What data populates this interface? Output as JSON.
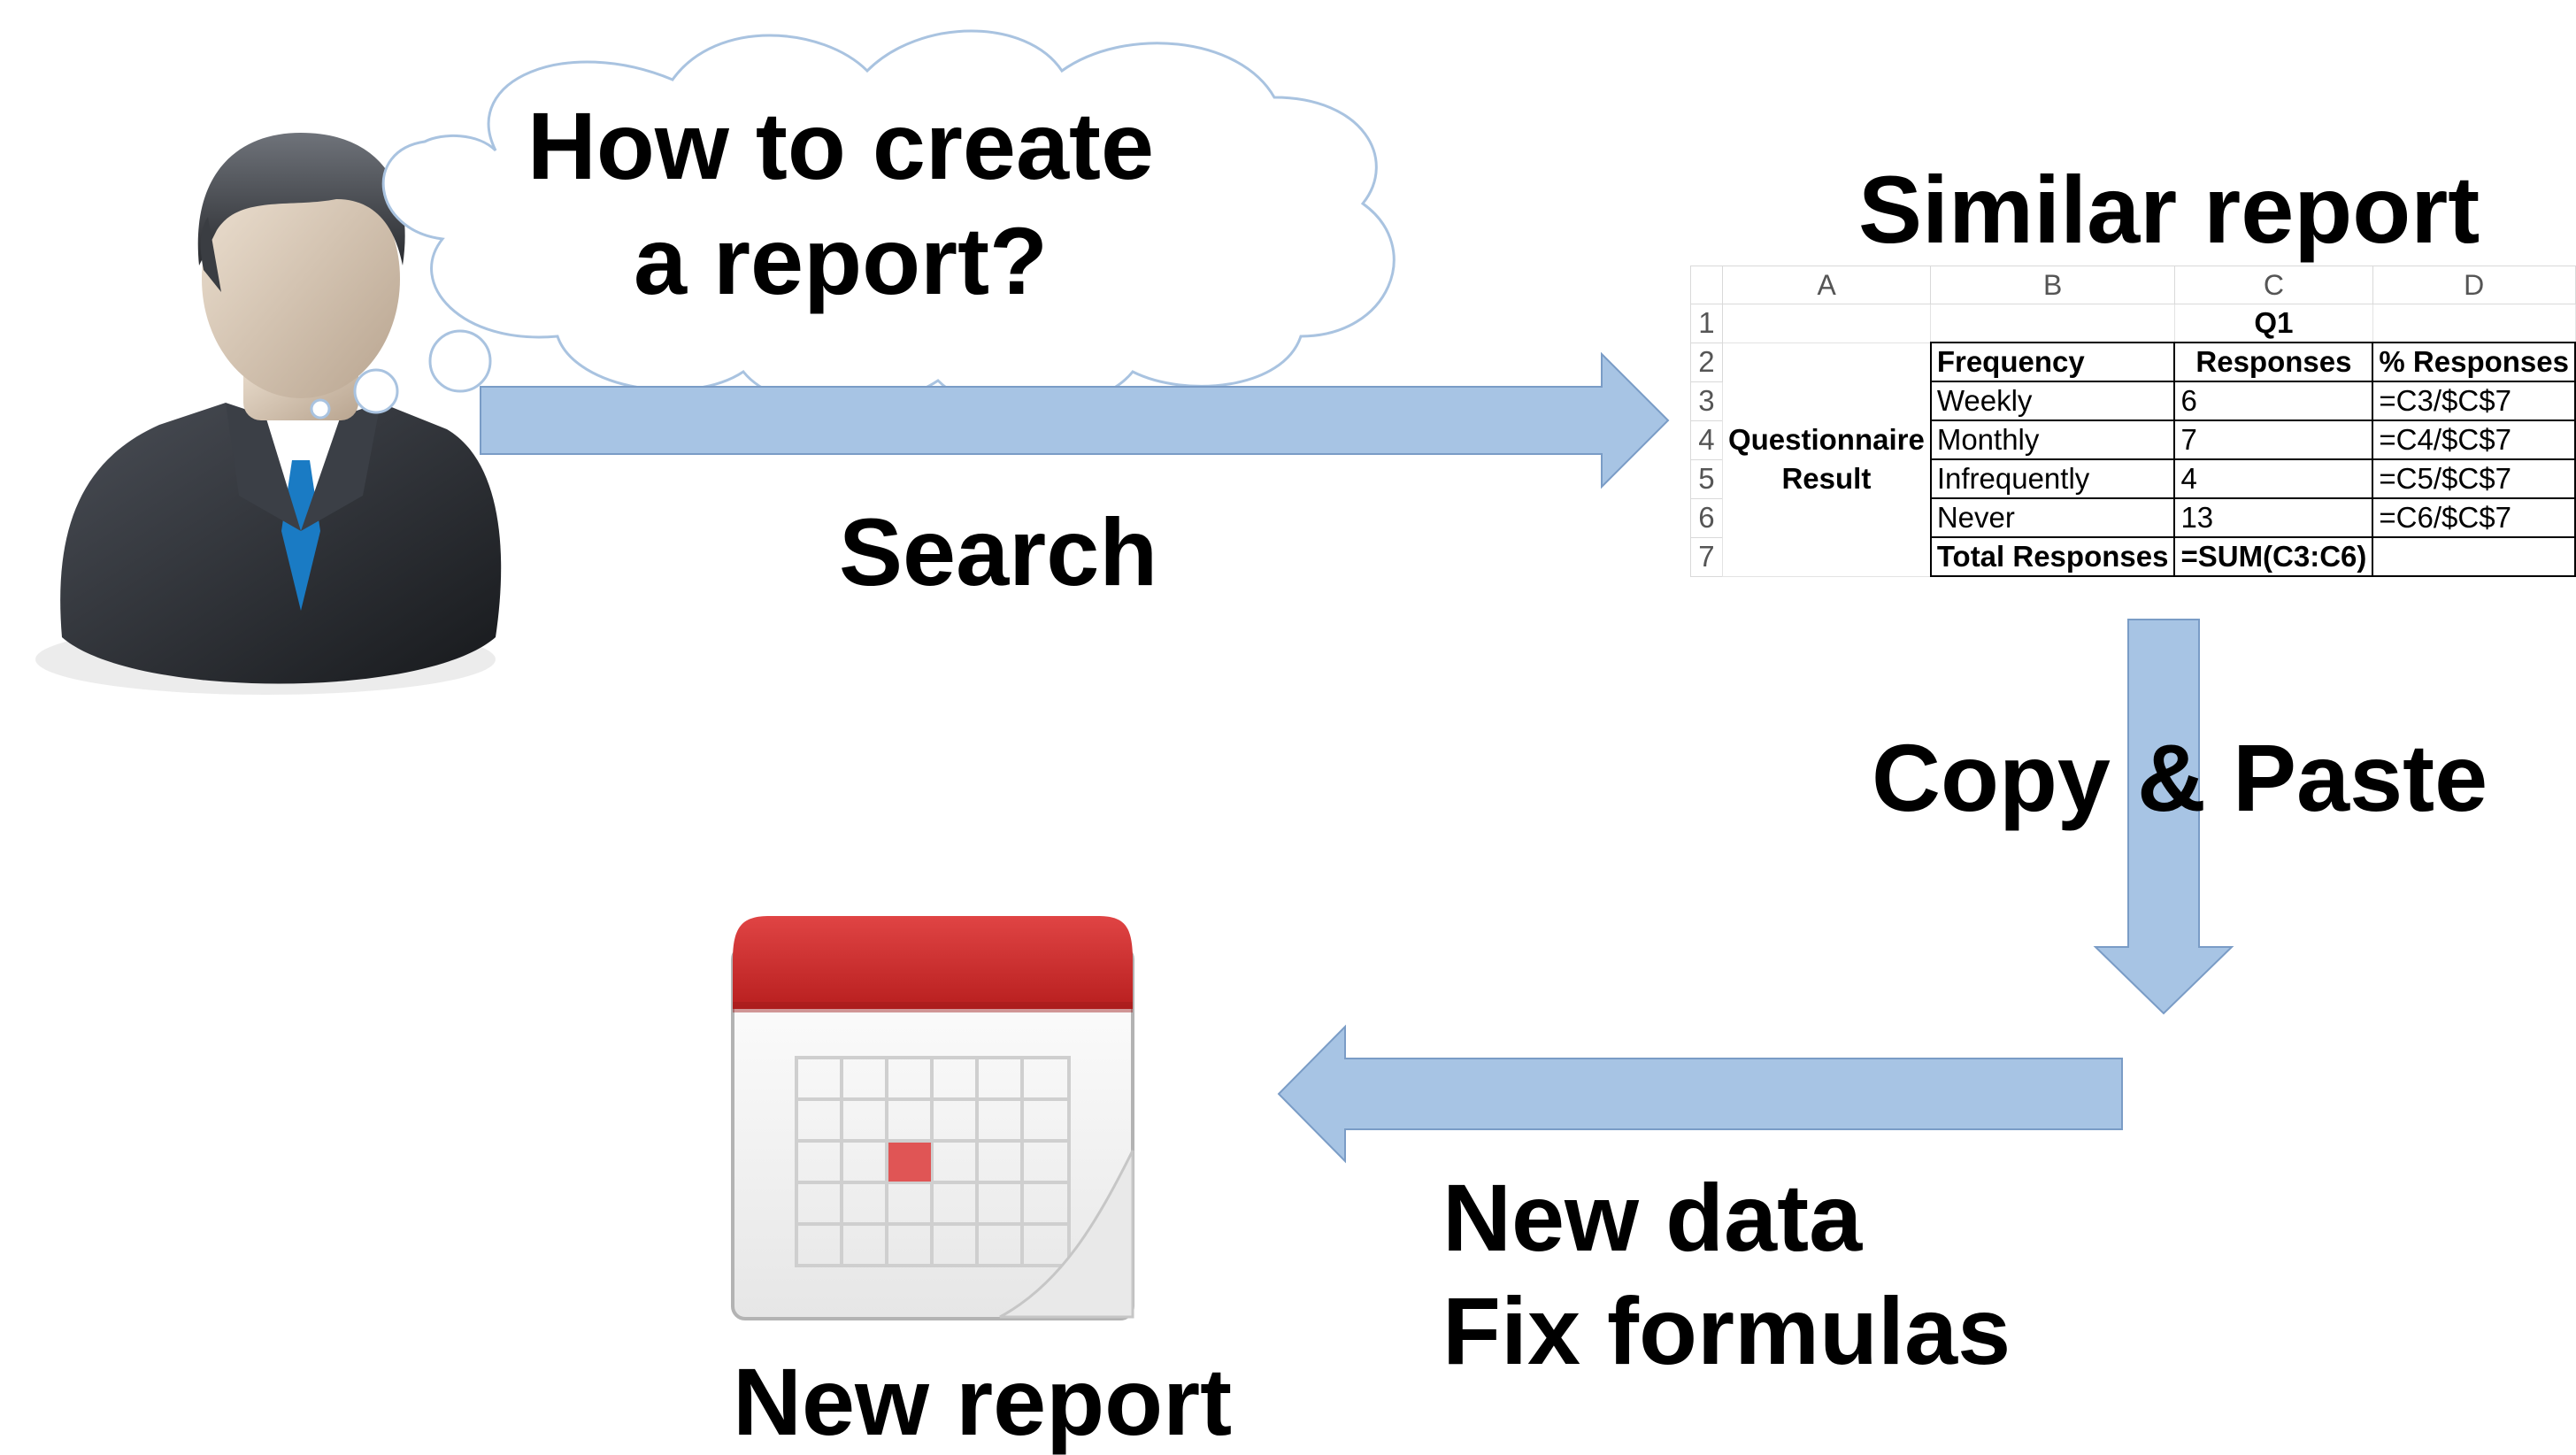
{
  "thought": {
    "line1": "How to create",
    "line2": "a report?"
  },
  "steps": {
    "search": "Search",
    "similar_report": "Similar report",
    "copy_paste": "Copy & Paste",
    "new_data": "New data",
    "fix_formulas": "Fix formulas",
    "new_report": "New report"
  },
  "sheet": {
    "columns": [
      "A",
      "B",
      "C",
      "D"
    ],
    "row_numbers": [
      "1",
      "2",
      "3",
      "4",
      "5",
      "6",
      "7"
    ],
    "q1": "Q1",
    "headers": [
      "Frequency",
      "Responses",
      "% Responses"
    ],
    "merged_label": "Questionnaire Result",
    "rows": [
      [
        "Weekly",
        "6",
        "=C3/$C$7"
      ],
      [
        "Monthly",
        "7",
        "=C4/$C$7"
      ],
      [
        "Infrequently",
        "4",
        "=C5/$C$7"
      ],
      [
        "Never",
        "13",
        "=C6/$C$7"
      ]
    ],
    "total": [
      "Total Responses",
      "=SUM(C3:C6)",
      ""
    ]
  },
  "colors": {
    "arrow_fill": "#a7c4e4",
    "arrow_stroke": "#7a9cc6",
    "cloud_stroke": "#a9c3e0",
    "calendar_red": "#d63434",
    "calendar_marker": "#e05555",
    "suit": "#2b2e33",
    "tie": "#1a7bc4"
  },
  "icons": [
    "person-icon",
    "thought-cloud-icon",
    "calendar-icon"
  ]
}
